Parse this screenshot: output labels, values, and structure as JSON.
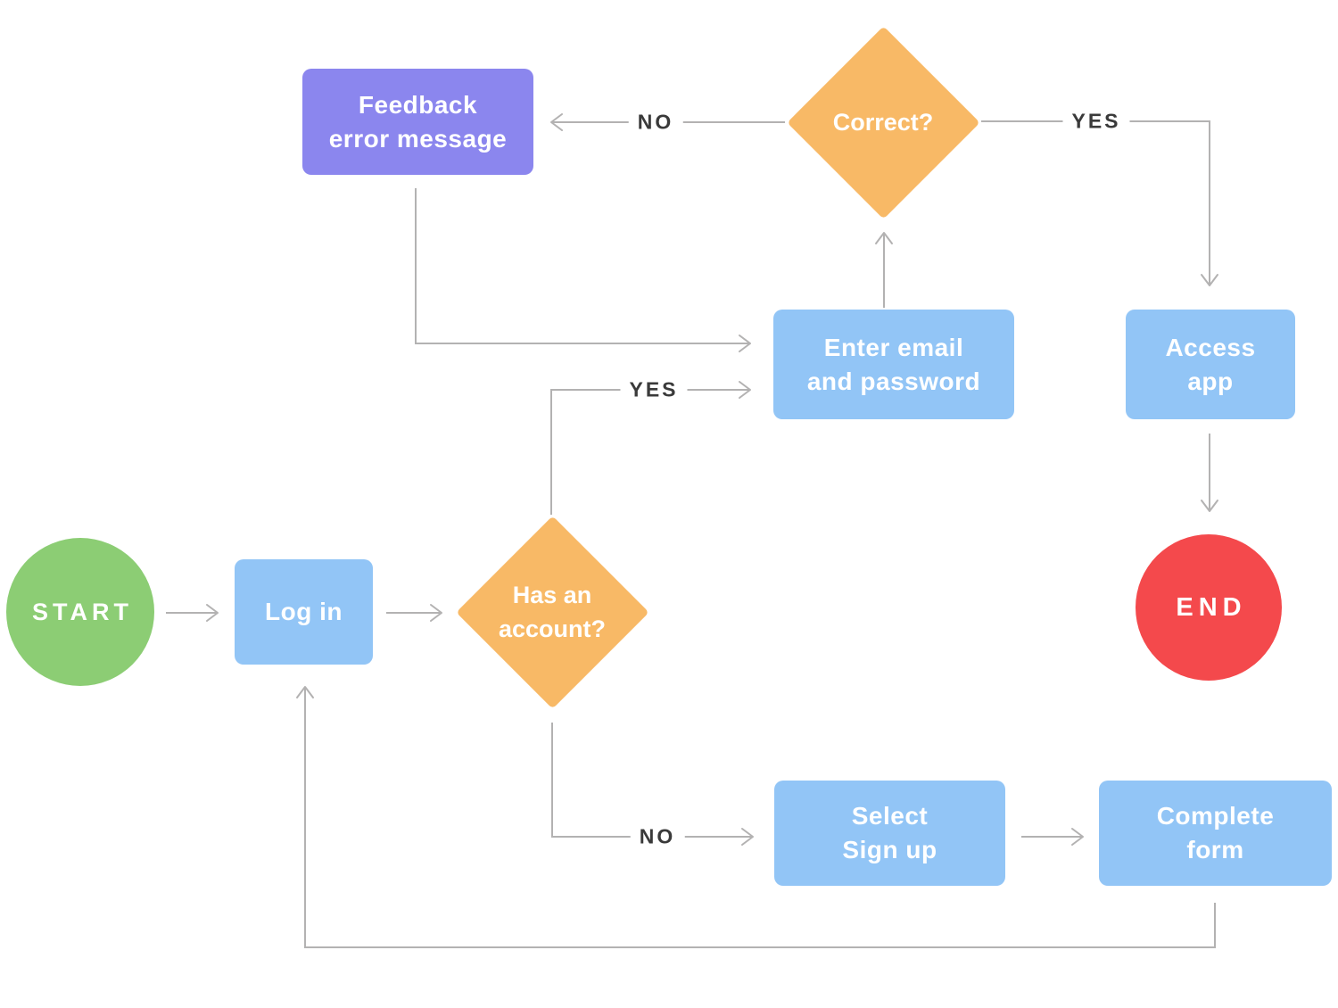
{
  "diagram": {
    "type": "flowchart",
    "description": "Login / sign-up flow diagram"
  },
  "colors": {
    "start_node": "#8ccd74",
    "end_node": "#f4494c",
    "process_node": "#92c5f6",
    "decision_node": "#f8b966",
    "feedback_node": "#8b86ee",
    "connector": "#b3b2b2",
    "edge_label_text": "#3a3a3a",
    "node_text": "#ffffff",
    "background": "#ffffff"
  },
  "nodes": {
    "start": {
      "type": "terminator-circle",
      "label": "START"
    },
    "login": {
      "type": "process",
      "lines": [
        "Log in"
      ]
    },
    "has_account": {
      "type": "decision",
      "lines": [
        "Has an",
        "account?"
      ]
    },
    "feedback": {
      "type": "process",
      "lines": [
        "Feedback",
        "error message"
      ]
    },
    "correct": {
      "type": "decision",
      "lines": [
        "Correct?"
      ]
    },
    "enter_credentials": {
      "type": "process",
      "lines": [
        "Enter email",
        "and password"
      ]
    },
    "access_app": {
      "type": "process",
      "lines": [
        "Access",
        "app"
      ]
    },
    "end": {
      "type": "terminator-circle",
      "label": "END"
    },
    "select_signup": {
      "type": "process",
      "lines": [
        "Select",
        "Sign up"
      ]
    },
    "complete_form": {
      "type": "process",
      "lines": [
        "Complete",
        "form"
      ]
    }
  },
  "edges": [
    {
      "from": "start",
      "to": "login",
      "label": ""
    },
    {
      "from": "login",
      "to": "has_account",
      "label": ""
    },
    {
      "from": "has_account",
      "to": "enter_credentials",
      "label": "YES"
    },
    {
      "from": "has_account",
      "to": "select_signup",
      "label": "NO"
    },
    {
      "from": "enter_credentials",
      "to": "correct",
      "label": ""
    },
    {
      "from": "correct",
      "to": "feedback",
      "label": "NO"
    },
    {
      "from": "correct",
      "to": "access_app",
      "label": "YES"
    },
    {
      "from": "feedback",
      "to": "enter_credentials",
      "label": ""
    },
    {
      "from": "access_app",
      "to": "end",
      "label": ""
    },
    {
      "from": "select_signup",
      "to": "complete_form",
      "label": ""
    },
    {
      "from": "complete_form",
      "to": "login",
      "label": ""
    }
  ],
  "edge_labels": {
    "correct_no": "NO",
    "correct_yes": "YES",
    "has_account_yes": "YES",
    "has_account_no": "NO"
  }
}
